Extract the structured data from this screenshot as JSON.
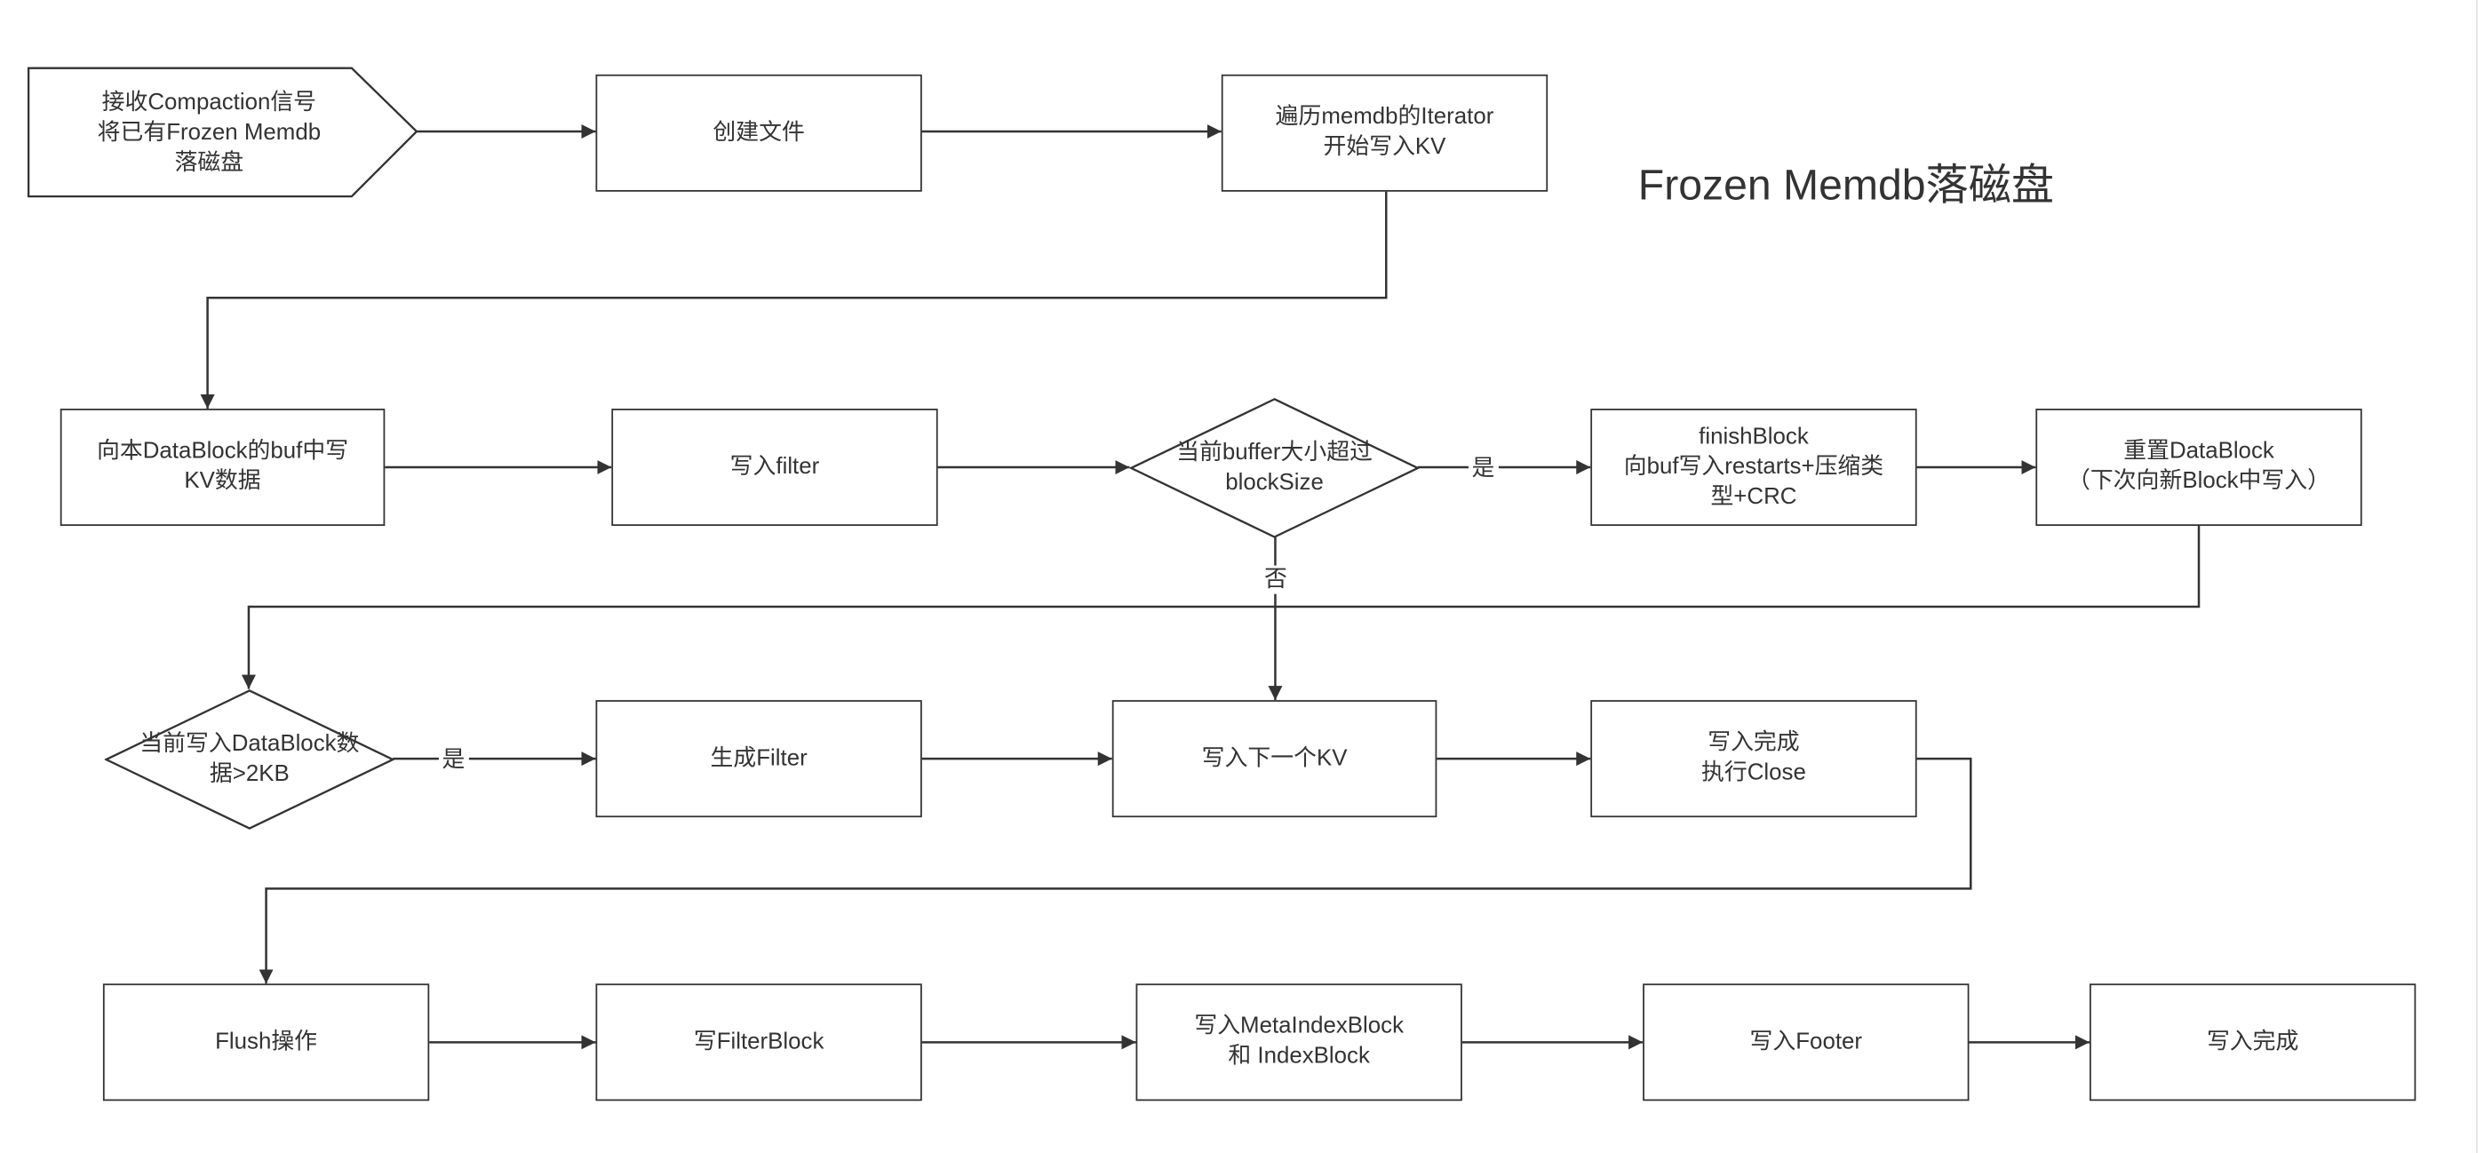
{
  "title": "Frozen Memdb落磁盘",
  "nodes": {
    "start": "接收Compaction信号\n将已有Frozen Memdb\n落磁盘",
    "create_file": "创建文件",
    "iterate": "遍历memdb的Iterator\n开始写入KV",
    "write_kv": "向本DataBlock的buf中写\nKV数据",
    "write_filter": "写入filter",
    "decision_size": "当前buffer大小超过\nblockSize",
    "finish_block": "finishBlock\n向buf写入restarts+压缩类\n型+CRC",
    "reset_block": "重置DataBlock\n（下次向新Block中写入）",
    "decision_2kb": "当前写入DataBlock数\n据>2KB",
    "gen_filter": "生成Filter",
    "write_next": "写入下一个KV",
    "write_done_close": "写入完成\n执行Close",
    "flush": "Flush操作",
    "write_filter_block": "写FilterBlock",
    "write_meta_index": "写入MetaIndexBlock\n和 IndexBlock",
    "write_footer": "写入Footer",
    "done": "写入完成"
  },
  "edge_labels": {
    "yes_size": "是",
    "no_size": "否",
    "yes_2kb": "是"
  },
  "colors": {
    "stroke": "#333333",
    "text": "#333333",
    "background": "#ffffff"
  }
}
